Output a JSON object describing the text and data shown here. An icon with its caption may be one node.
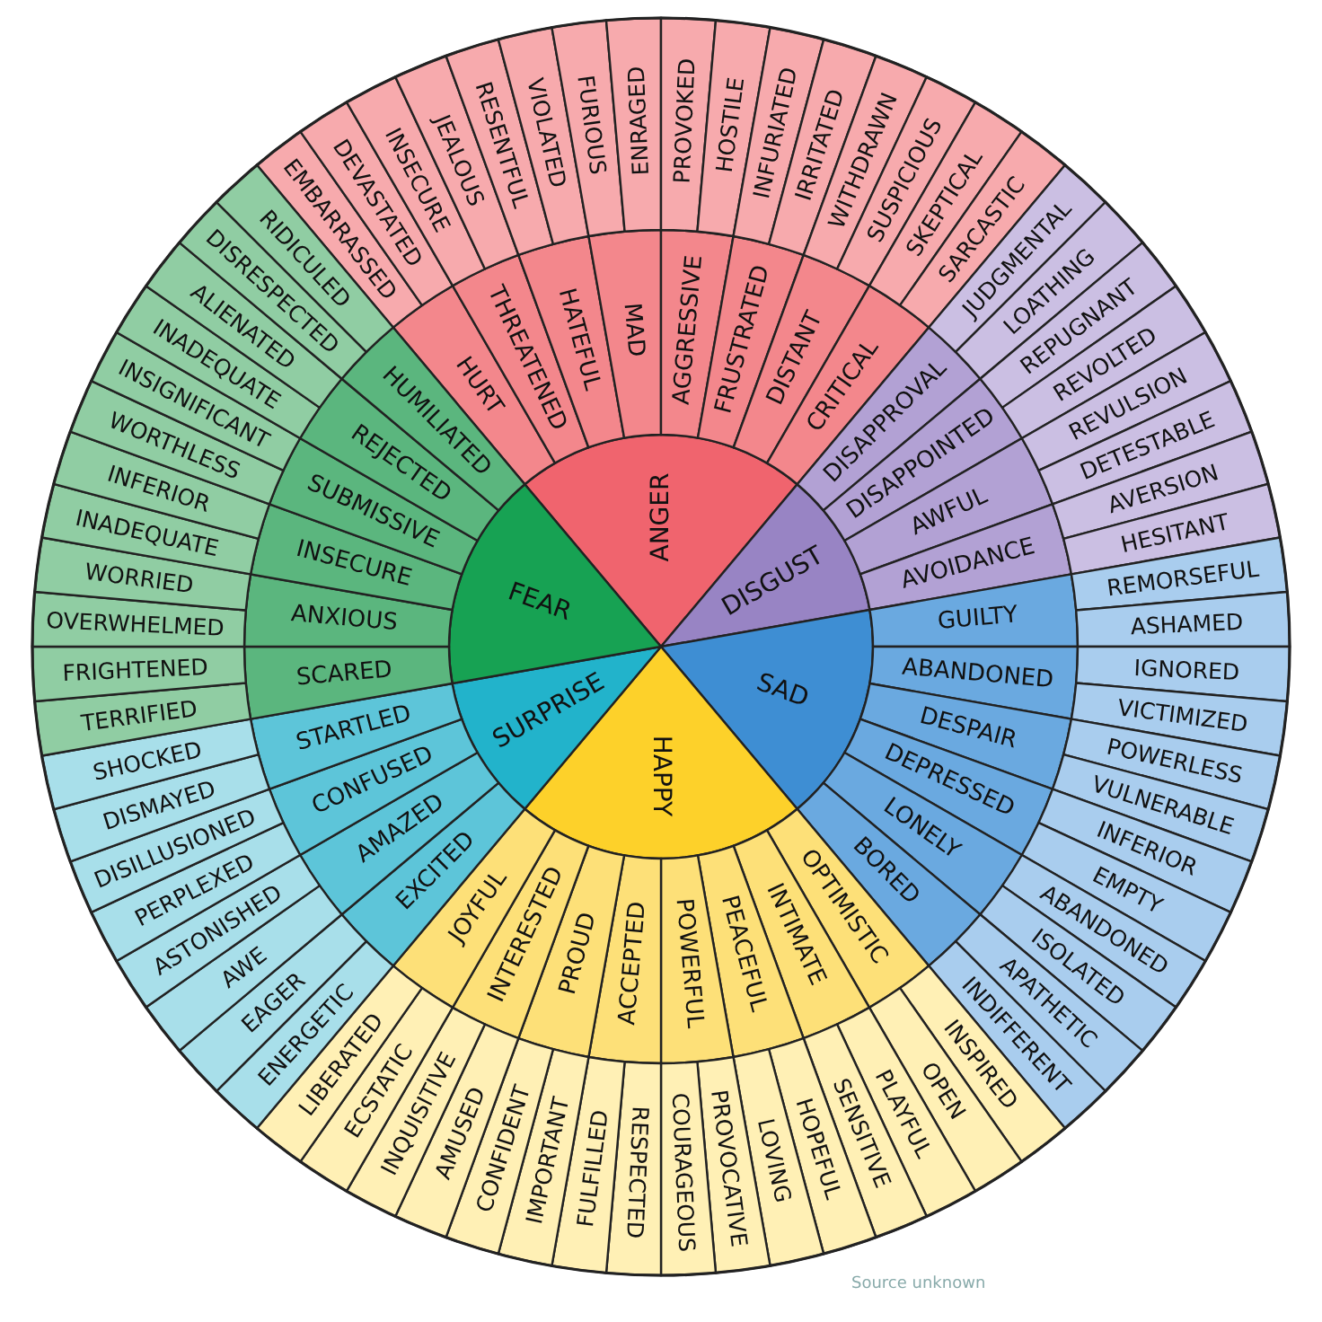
{
  "diagram": {
    "nodes": [
      {
        "text": [
          "ANGER"
        ]
      },
      {
        "text": [
          "DISGUST"
        ]
      },
      {
        "text": [
          "SAD"
        ]
      },
      {
        "text": [
          "HAPPY"
        ]
      },
      {
        "text": [
          "SURPRISE"
        ]
      },
      {
        "text": [
          "FEAR"
        ]
      },
      {
        "text": [
          "HURT"
        ]
      },
      {
        "text": [
          "THREATENED"
        ]
      },
      {
        "text": [
          "HATEFUL"
        ]
      },
      {
        "text": [
          "MAD"
        ]
      },
      {
        "text": [
          "AGGRESSIVE"
        ]
      },
      {
        "text": [
          "FRUSTRATED"
        ]
      },
      {
        "text": [
          "DISTANT"
        ]
      },
      {
        "text": [
          "CRITICAL"
        ]
      },
      {
        "text": [
          "DISAPPROVAL"
        ]
      },
      {
        "text": [
          "DISAPPOINTED"
        ]
      },
      {
        "text": [
          "AWFUL"
        ]
      },
      {
        "text": [
          "AVOIDANCE"
        ]
      },
      {
        "text": [
          "GUILTY"
        ]
      },
      {
        "text": [
          "ABANDONED"
        ]
      },
      {
        "text": [
          "DESPAIR"
        ]
      },
      {
        "text": [
          "DEPRESSED"
        ]
      },
      {
        "text": [
          "LONELY"
        ]
      },
      {
        "text": [
          "BORED"
        ]
      },
      {
        "text": [
          "OPTIMISTIC"
        ]
      },
      {
        "text": [
          "INTIMATE"
        ]
      },
      {
        "text": [
          "PEACEFUL"
        ]
      },
      {
        "text": [
          "POWERFUL"
        ]
      },
      {
        "text": [
          "ACCEPTED"
        ]
      },
      {
        "text": [
          "PROUD"
        ]
      },
      {
        "text": [
          "INTERESTED"
        ]
      },
      {
        "text": [
          "JOYFUL"
        ]
      },
      {
        "text": [
          "EXCITED"
        ]
      },
      {
        "text": [
          "AMAZED"
        ]
      },
      {
        "text": [
          "CONFUSED"
        ]
      },
      {
        "text": [
          "STARTLED"
        ]
      },
      {
        "text": [
          "SCARED"
        ]
      },
      {
        "text": [
          "ANXIOUS"
        ]
      },
      {
        "text": [
          "INSECURE"
        ]
      },
      {
        "text": [
          "SUBMISSIVE"
        ]
      },
      {
        "text": [
          "REJECTED"
        ]
      },
      {
        "text": [
          "HUMILIATED"
        ]
      },
      {
        "text": [
          "EMBARRASSED"
        ]
      },
      {
        "text": [
          "DEVASTATED"
        ]
      },
      {
        "text": [
          "INSECURE"
        ]
      },
      {
        "text": [
          "JEALOUS"
        ]
      },
      {
        "text": [
          "RESENTFUL"
        ]
      },
      {
        "text": [
          "VIOLATED"
        ]
      },
      {
        "text": [
          "FURIOUS"
        ]
      },
      {
        "text": [
          "ENRAGED"
        ]
      },
      {
        "text": [
          "PROVOKED"
        ]
      },
      {
        "text": [
          "HOSTILE"
        ]
      },
      {
        "text": [
          "INFURIATED"
        ]
      },
      {
        "text": [
          "IRRITATED"
        ]
      },
      {
        "text": [
          "WITHDRAWN"
        ]
      },
      {
        "text": [
          "SUSPICIOUS"
        ]
      },
      {
        "text": [
          "SKEPTICAL"
        ]
      },
      {
        "text": [
          "SARCASTIC"
        ]
      },
      {
        "text": [
          "JUDGMENTAL"
        ]
      },
      {
        "text": [
          "LOATHING"
        ]
      },
      {
        "text": [
          "REPUGNANT"
        ]
      },
      {
        "text": [
          "REVOLTED"
        ]
      },
      {
        "text": [
          "REVULSION"
        ]
      },
      {
        "text": [
          "DETESTABLE"
        ]
      },
      {
        "text": [
          "AVERSION"
        ]
      },
      {
        "text": [
          "HESITANT"
        ]
      },
      {
        "text": [
          "REMORSEFUL"
        ]
      },
      {
        "text": [
          "ASHAMED"
        ]
      },
      {
        "text": [
          "IGNORED"
        ]
      },
      {
        "text": [
          "VICTIMIZED"
        ]
      },
      {
        "text": [
          "POWERLESS"
        ]
      },
      {
        "text": [
          "VULNERABLE"
        ]
      },
      {
        "text": [
          "INFERIOR"
        ]
      },
      {
        "text": [
          "EMPTY"
        ]
      },
      {
        "text": [
          "ABANDONED"
        ]
      },
      {
        "text": [
          "ISOLATED"
        ]
      },
      {
        "text": [
          "APATHETIC"
        ]
      },
      {
        "text": [
          "INDIFFERENT"
        ]
      },
      {
        "text": [
          "INSPIRED"
        ]
      },
      {
        "text": [
          "OPEN"
        ]
      },
      {
        "text": [
          "PLAYFUL"
        ]
      },
      {
        "text": [
          "SENSITIVE"
        ]
      },
      {
        "text": [
          "HOPEFUL"
        ]
      },
      {
        "text": [
          "LOVING"
        ]
      },
      {
        "text": [
          "PROVOCATIVE"
        ]
      },
      {
        "text": [
          "COURAGEOUS"
        ]
      },
      {
        "text": [
          "RESPECTED"
        ]
      },
      {
        "text": [
          "FULFILLED"
        ]
      },
      {
        "text": [
          "IMPORTANT"
        ]
      },
      {
        "text": [
          "CONFIDENT"
        ]
      },
      {
        "text": [
          "AMUSED"
        ]
      },
      {
        "text": [
          "INQUISITIVE"
        ]
      },
      {
        "text": [
          "ECSTATIC"
        ]
      },
      {
        "text": [
          "LIBERATED"
        ]
      },
      {
        "text": [
          "ENERGETIC"
        ]
      },
      {
        "text": [
          "EAGER"
        ]
      },
      {
        "text": [
          "AWE"
        ]
      },
      {
        "text": [
          "ASTONISHED"
        ]
      },
      {
        "text": [
          "PERPLEXED"
        ]
      },
      {
        "text": [
          "DISILLUSIONED"
        ]
      },
      {
        "text": [
          "DISMAYED"
        ]
      },
      {
        "text": [
          "SHOCKED"
        ]
      },
      {
        "text": [
          "TERRIFIED"
        ]
      },
      {
        "text": [
          "FRIGHTENED"
        ]
      },
      {
        "text": [
          "OVERWHELMED"
        ]
      },
      {
        "text": [
          "WORRIED"
        ]
      },
      {
        "text": [
          "INADEQUATE"
        ]
      },
      {
        "text": [
          "INFERIOR"
        ]
      },
      {
        "text": [
          "WORTHLESS"
        ]
      },
      {
        "text": [
          "INSIGNIFICANT"
        ]
      },
      {
        "text": [
          "INADEQUATE"
        ]
      },
      {
        "text": [
          "ALIENATED"
        ]
      },
      {
        "text": [
          "DISRESPECTED"
        ]
      },
      {
        "text": [
          "RIDICULED"
        ]
      }
    ],
    "labels": [
      "Source unknown"
    ]
  }
}
